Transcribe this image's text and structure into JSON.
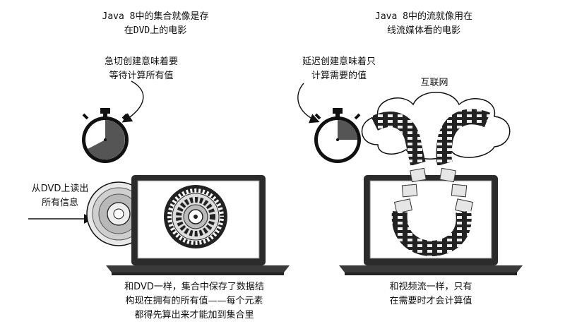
{
  "left_panel": {
    "title_lines": [
      "Java 8中的集合就像是存",
      "在DVD上的电影"
    ],
    "stopwatch_caption_lines": [
      "急切创建意味着要",
      "等待计算所有值"
    ],
    "read_caption_lines": [
      "从DVD上读出",
      "所有信息"
    ],
    "bottom_caption_lines": [
      "和DVD一样，集合中保存了数据结",
      "构现在拥有的所有值——每个元素",
      "都得先算出来才能加到集合里"
    ]
  },
  "right_panel": {
    "title_lines": [
      "Java 8中的流就像用在",
      "线流媒体看的电影"
    ],
    "stopwatch_caption_lines": [
      "延迟创建意味着只",
      "计算需要的值"
    ],
    "cloud_label": "互联网",
    "bottom_caption_lines": [
      "和视频流一样，只有",
      "在需要时才会计算值"
    ]
  },
  "colors": {
    "ink": "#111111",
    "screen_gray": "#c8c8c8",
    "film_light": "#e6e6e6",
    "laptop_body": "#3a3a3a"
  }
}
